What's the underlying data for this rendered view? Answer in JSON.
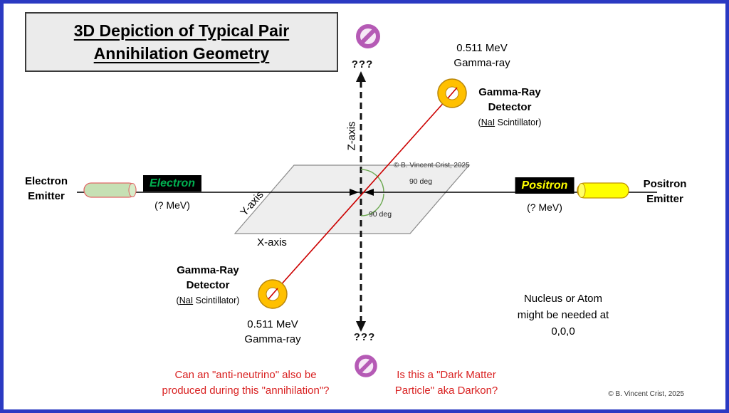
{
  "title": {
    "line1": "3D Depiction of Typical Pair",
    "line2": "Annihilation Geometry"
  },
  "axes": {
    "z_label": "Z-axis",
    "y_label": "Y-axis",
    "x_label": "X-axis"
  },
  "markers": {
    "top_unknown": "???",
    "bottom_unknown": "???"
  },
  "electron_side": {
    "emitter_line1": "Electron",
    "emitter_line2": "Emitter",
    "particle_label": "Electron",
    "energy": "(? MeV)"
  },
  "positron_side": {
    "particle_label": "Positron",
    "energy": "(? MeV)",
    "emitter_line1": "Positron",
    "emitter_line2": "Emitter"
  },
  "gamma_top": {
    "energy_line1": "0.511 MeV",
    "energy_line2": "Gamma-ray",
    "detector_line1": "Gamma-Ray",
    "detector_line2": "Detector",
    "scint_prefix": "(",
    "scint_nai": "NaI",
    "scint_rest": " Scintillator)"
  },
  "gamma_bottom": {
    "energy_line1": "0.511 MeV",
    "energy_line2": "Gamma-ray",
    "detector_line1": "Gamma-Ray",
    "detector_line2": "Detector",
    "scint_prefix": "(",
    "scint_nai": "NaI",
    "scint_rest": " Scintillator)"
  },
  "angles": {
    "upper": "90 deg",
    "lower": "90 deg"
  },
  "watermarks": {
    "center": "© B. Vincent Crist, 2025",
    "corner": "© B. Vincent Crist, 2025"
  },
  "nucleus_note": {
    "line1": "Nucleus or Atom",
    "line2": "might be needed at",
    "line3": "0,0,0"
  },
  "questions": {
    "left_line1": "Can an \"anti-neutrino\" also be",
    "left_line2": "produced during this \"annihilation\"?",
    "right_line1": "Is this a \"Dark Matter",
    "right_line2": "Particle\" aka Darkon?"
  },
  "colors": {
    "frame_border": "#2b3ac2",
    "electron_green": "#00b050",
    "positron_yellow": "#ffff00",
    "detector_orange": "#ffc000",
    "prohibition_purple": "#b55ab5",
    "gamma_red": "#cc0000",
    "question_red": "#d92121"
  }
}
